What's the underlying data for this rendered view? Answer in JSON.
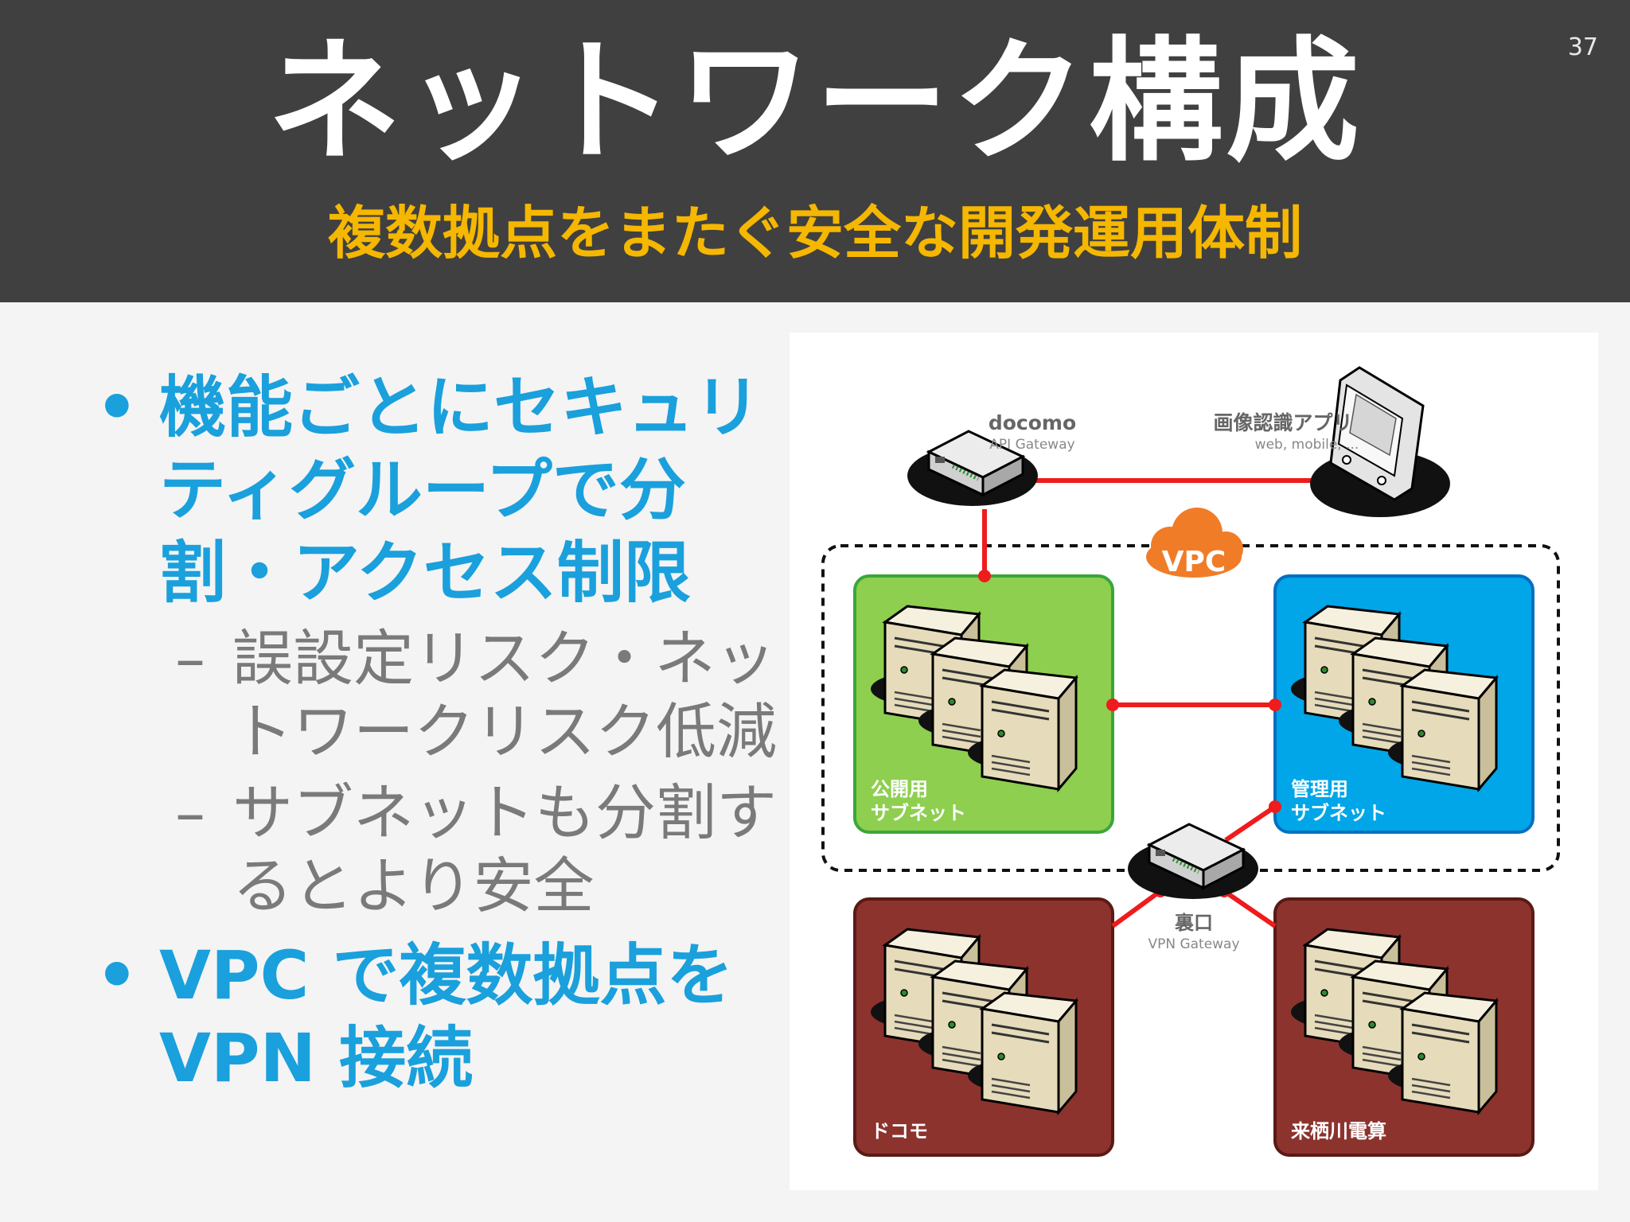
{
  "page": {
    "number": "37"
  },
  "header": {
    "title": "ネットワーク構成",
    "subtitle": "複数拠点をまたぐ安全な開発運用体制"
  },
  "bullets": [
    {
      "text": "機能ごとにセキュリティグループで分割・アクセス制限",
      "lines": [
        "機能ごとにセキュリ",
        "ティグループで分",
        "割・アクセス制限"
      ],
      "sub": [
        {
          "text": "誤設定リスク・ネットワークリスク低減",
          "lines": [
            "誤設定リスク・ネッ",
            "トワークリスク低減"
          ]
        },
        {
          "text": "サブネットも分割するとより安全",
          "lines": [
            "サブネットも分割す",
            "るとより安全"
          ]
        }
      ]
    },
    {
      "text": "VPC で複数拠点を VPN 接続",
      "lines": [
        "VPC で複数拠点を",
        "VPN 接続"
      ],
      "sub": []
    }
  ],
  "diagram": {
    "api_gateway": {
      "name": "docomo",
      "sub": "API Gateway"
    },
    "app": {
      "name": "画像認識アプリ",
      "sub": "web, mobile, ..."
    },
    "vpc_label": "VPC",
    "public_subnet": {
      "line1": "公開用",
      "line2": "サブネット",
      "color": "#8ecf4f"
    },
    "admin_subnet": {
      "line1": "管理用",
      "line2": "サブネット",
      "color": "#00a6e8"
    },
    "vpn_gateway": {
      "name": "裏口",
      "sub": "VPN Gateway"
    },
    "site_docomo": {
      "label": "ドコモ",
      "color": "#8c332e"
    },
    "site_kurusugawa": {
      "label": "来栖川電算",
      "color": "#8c332e"
    },
    "link_color": "#ee1c1c",
    "accent_orange": "#f07c28"
  }
}
